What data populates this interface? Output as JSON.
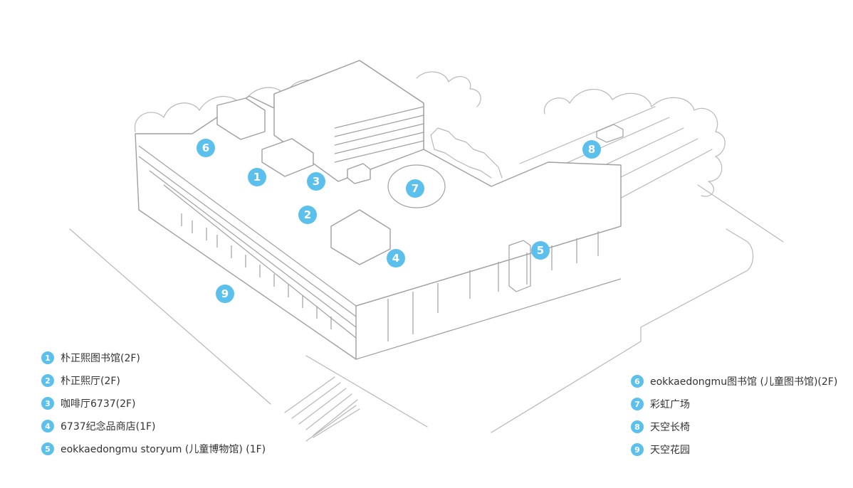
{
  "accent_color": "#5bc0eb",
  "markers": [
    {
      "id": "1",
      "name": "marker-1"
    },
    {
      "id": "2",
      "name": "marker-2"
    },
    {
      "id": "3",
      "name": "marker-3"
    },
    {
      "id": "4",
      "name": "marker-4"
    },
    {
      "id": "5",
      "name": "marker-5"
    },
    {
      "id": "6",
      "name": "marker-6"
    },
    {
      "id": "7",
      "name": "marker-7"
    },
    {
      "id": "8",
      "name": "marker-8"
    },
    {
      "id": "9",
      "name": "marker-9"
    }
  ],
  "legend": {
    "left": [
      {
        "num": "1",
        "label": "朴正熙图书馆(2F)"
      },
      {
        "num": "2",
        "label": "朴正熙厅(2F)"
      },
      {
        "num": "3",
        "label": "咖啡厅6737(2F)"
      },
      {
        "num": "4",
        "label": "6737纪念品商店(1F)"
      },
      {
        "num": "5",
        "label": "eokkaedongmu storyum (儿童博物馆) (1F)"
      }
    ],
    "right": [
      {
        "num": "6",
        "label": "eokkaedongmu图书馆 (儿童图书馆)(2F)"
      },
      {
        "num": "7",
        "label": "彩虹广场"
      },
      {
        "num": "8",
        "label": "天空长椅"
      },
      {
        "num": "9",
        "label": "天空花园"
      }
    ]
  }
}
